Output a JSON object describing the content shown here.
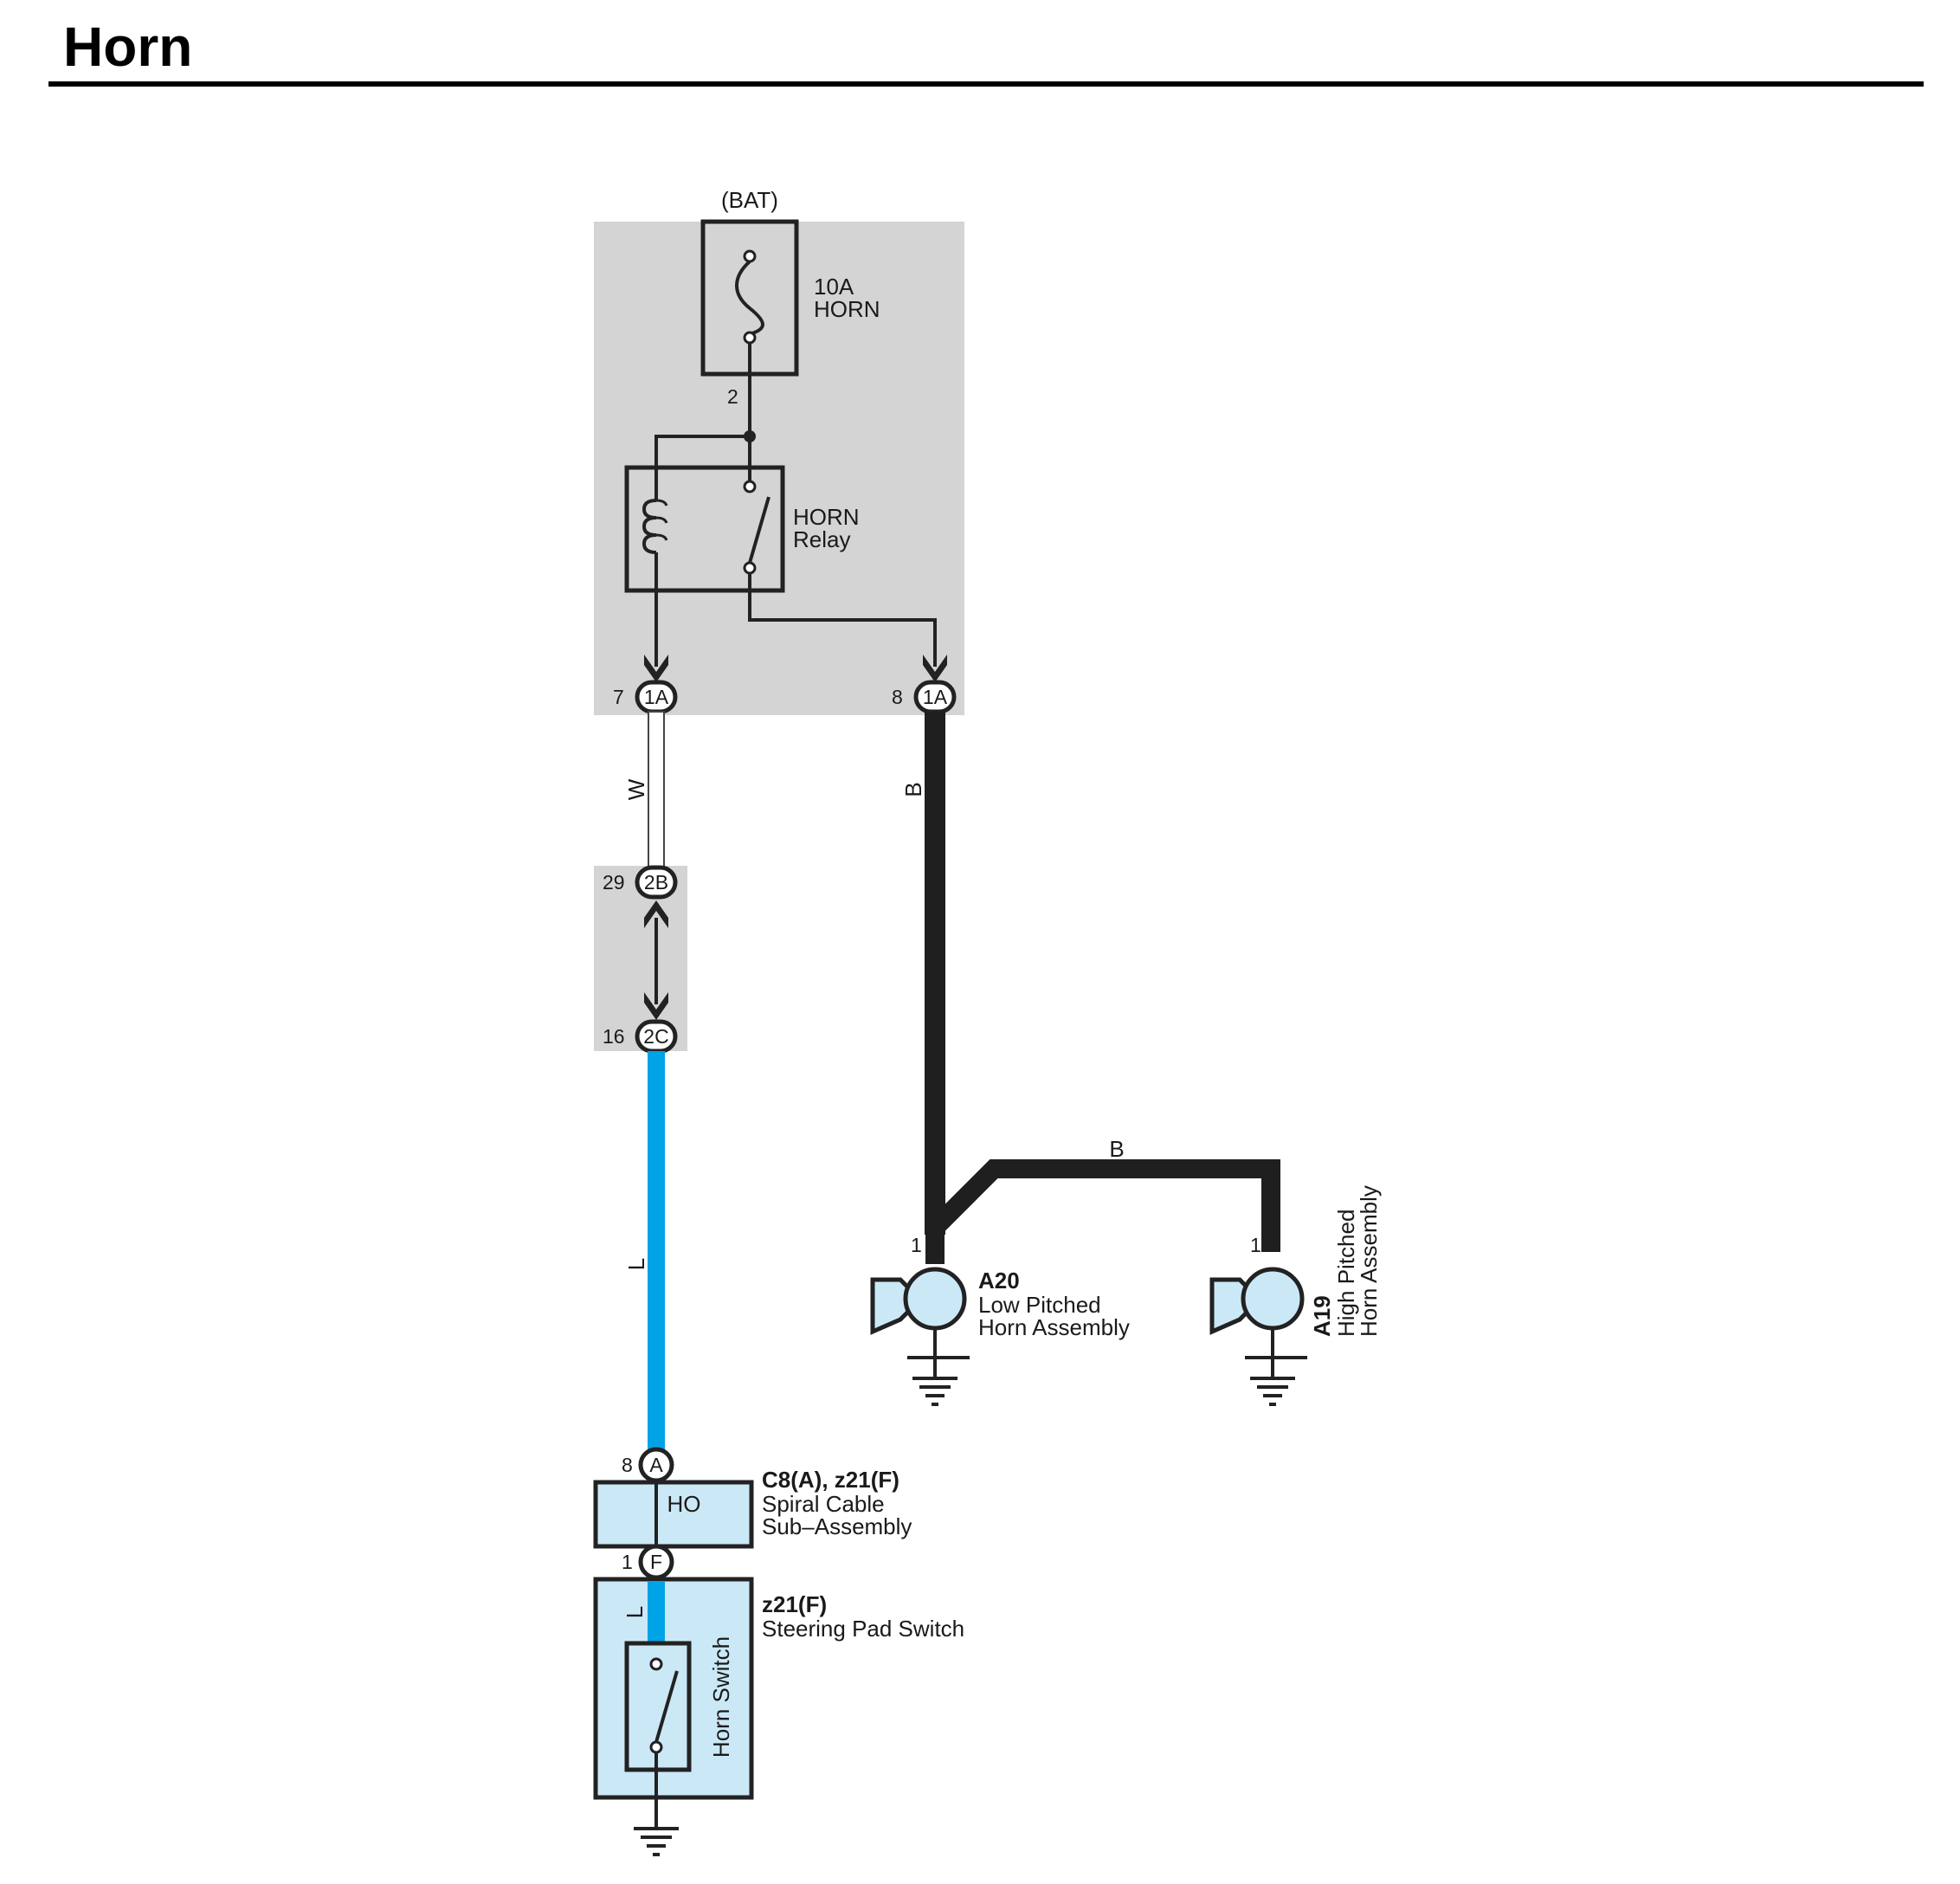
{
  "title": "Horn",
  "power_source": "(BAT)",
  "fuse": {
    "rating": "10A",
    "name": "HORN",
    "terminal": "2"
  },
  "relay": {
    "line1": "HORN",
    "line2": "Relay"
  },
  "connectors": {
    "j1a_left": {
      "pin": "7",
      "code": "1A"
    },
    "j1a_right": {
      "pin": "8",
      "code": "1A"
    },
    "j2b": {
      "pin": "29",
      "code": "2B"
    },
    "j2c": {
      "pin": "16",
      "code": "2C"
    },
    "spiral_a": {
      "pin": "8",
      "code": "A"
    },
    "spiral_f": {
      "pin": "1",
      "code": "F"
    }
  },
  "wire_colors": {
    "white": "W",
    "black": "B",
    "black_branch": "B",
    "blue": "L",
    "blue_inner": "L"
  },
  "low_horn": {
    "pin": "1",
    "id": "A20",
    "line1": "Low Pitched",
    "line2": "Horn Assembly"
  },
  "high_horn": {
    "pin": "1",
    "id": "A19",
    "line1": "High Pitched",
    "line2": "Horn Assembly"
  },
  "spiral_cable": {
    "id": "C8(A), z21(F)",
    "line1": "Spiral Cable",
    "line2": "Sub–Assembly",
    "signal": "HO"
  },
  "steering_pad": {
    "id": "z21(F)",
    "line1": "Steering Pad Switch",
    "switch_label": "Horn Switch"
  },
  "colors": {
    "panel_gray": "#d4d4d4",
    "wire_blue": "#00a3e6",
    "component_fill": "#cbe8f7",
    "wire_black": "#1f1f1f"
  }
}
